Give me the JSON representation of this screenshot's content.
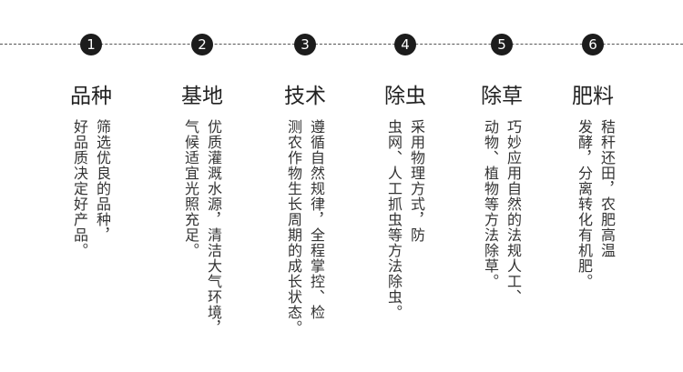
{
  "steps": [
    {
      "number": "1",
      "title": "品种",
      "lines": [
        "筛选优良的品种，",
        "好品质决定好产品。"
      ]
    },
    {
      "number": "2",
      "title": "基地",
      "lines": [
        "优质灌溉水源，清洁大气环境，",
        "气候适宜光照充足。"
      ]
    },
    {
      "number": "3",
      "title": "技术",
      "lines": [
        "遵循自然规律，全程掌控、检",
        "测农作物生长周期的成长状态。"
      ]
    },
    {
      "number": "4",
      "title": "除虫",
      "lines": [
        "采用物理方式，防",
        "虫网、人工抓虫等方法除虫。"
      ]
    },
    {
      "number": "5",
      "title": "除草",
      "lines": [
        "巧妙应用自然的法规人工、",
        "动物、植物等方法除草。"
      ]
    },
    {
      "number": "6",
      "title": "肥料",
      "lines": [
        "秸秆还田，农肥高温",
        "发酵，分离转化有机肥。"
      ]
    }
  ]
}
